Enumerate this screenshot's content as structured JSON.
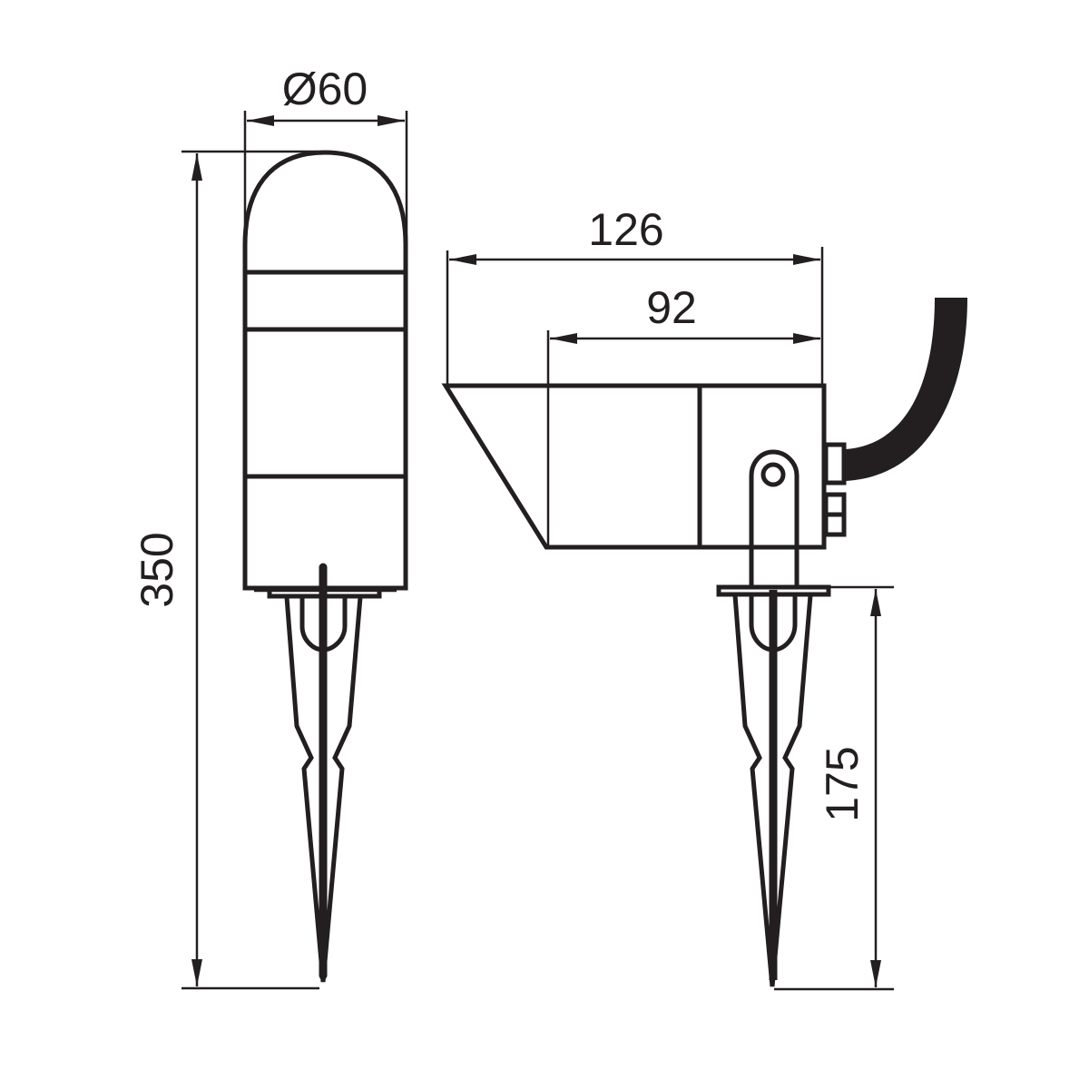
{
  "drawing": {
    "title": "Garden spike spotlight dimension drawing",
    "units": "mm",
    "line_color": "#231f20",
    "background": "#ffffff"
  },
  "dimensions": {
    "diameter": {
      "label": "Ø60",
      "value": 60,
      "view": "front"
    },
    "total_height": {
      "label": "350",
      "value": 350,
      "view": "front"
    },
    "body_length": {
      "label": "126",
      "value": 126,
      "view": "side"
    },
    "housing_length": {
      "label": "92",
      "value": 92,
      "view": "side"
    },
    "spike_length": {
      "label": "175",
      "value": 175,
      "view": "side"
    }
  },
  "views": [
    {
      "name": "front-view",
      "parts": [
        "dome-lens",
        "cylinder-body",
        "mounting-plate",
        "ground-spike"
      ]
    },
    {
      "name": "side-view",
      "parts": [
        "angled-head",
        "housing",
        "pivot-bracket",
        "cable-gland",
        "power-cable",
        "mounting-plate",
        "ground-spike"
      ]
    }
  ]
}
